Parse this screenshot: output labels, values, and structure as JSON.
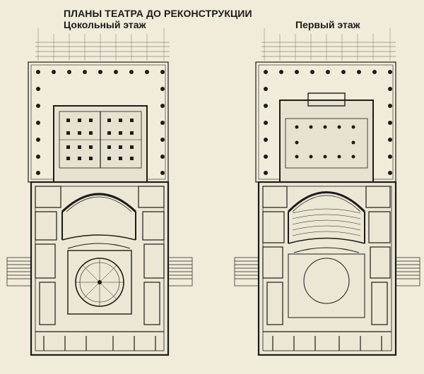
{
  "header": {
    "title": "ПЛАНЫ ТЕАТРА ДО РЕКОНСТРУКЦИИ"
  },
  "plans": [
    {
      "id": "basement",
      "label": "Цокольный этаж"
    },
    {
      "id": "first-floor",
      "label": "Первый этаж"
    }
  ],
  "colors": {
    "background": "#f1ecd9",
    "ink": "#1b1b1b",
    "wall_fill": "#e7e2cf"
  }
}
